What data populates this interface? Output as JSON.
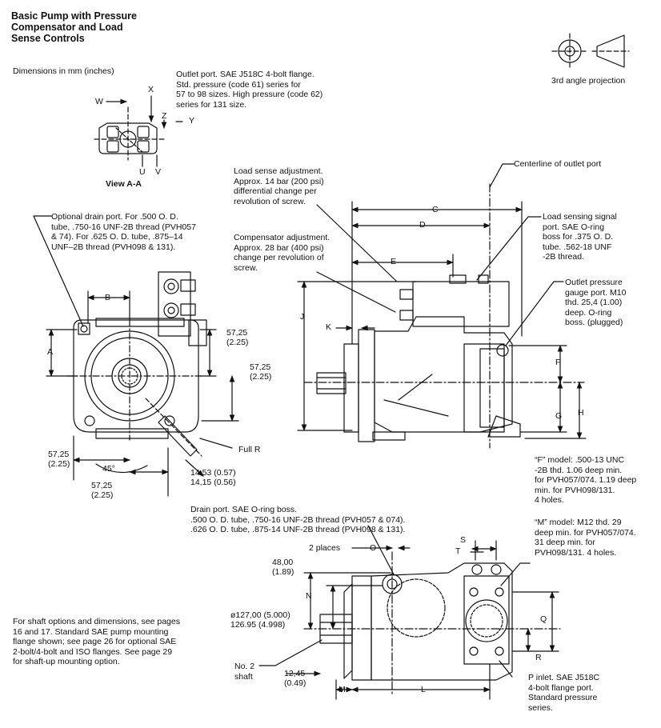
{
  "title": "Basic Pump with Pressure\nCompensator and Load\nSense Controls",
  "dimensions_note": "Dimensions in mm (inches)",
  "projection_label": "3rd angle projection",
  "view_label": "View A-A",
  "view_letters": {
    "w": "W",
    "x": "X",
    "z": "Z",
    "y": "Y",
    "u": "U",
    "v": "V"
  },
  "callouts": {
    "outlet_port": "Outlet port. SAE J518C 4-bolt flange.\nStd. pressure (code 61) series for\n57 to 98 sizes. High pressure (code 62)\nseries for 131 size.",
    "centerline_outlet": "Centerline of outlet port",
    "load_sense_adj": "Load sense adjustment.\nApprox. 14 bar (200 psi)\ndifferential change per\nrevolution of screw.",
    "load_sensing_port": "Load sensing signal\nport. SAE O-ring\nboss for .375 O. D.\ntube. .562-18 UNF\n-2B thread.",
    "compensator_adj": "Compensator adjustment.\nApprox. 28 bar (400 psi)\nchange per revolution of\nscrew.",
    "outlet_gauge": "Outlet pressure\ngauge port. M10\nthd. 25,4 (1.00)\ndeep. O-ring\nboss. (plugged)",
    "optional_drain": "Optional drain port. For .500 O. D.\ntube, .750-16 UNF-2B thread (PVH057\n& 74). For .625 O. D. tube, .875–14\nUNF–2B thread (PVH098 & 131).",
    "full_r": "Full R",
    "f_model": "“F” model: .500-13 UNC\n-2B thd. 1.06 deep min.\nfor PVH057/074. 1.19 deep\nmin. for PVH098/131.\n4 holes.",
    "m_model": "“M” model: M12 thd. 29\ndeep min. for PVH057/074.\n31 deep min. for\nPVH098/131. 4 holes.",
    "drain_port": "Drain port. SAE O-ring boss.\n.500 O. D. tube, .750-16 UNF-2B thread (PVH057 & 074).\n.626 O. D. tube, .875-14 UNF-2B thread (PVH098 & 131).",
    "two_places": "2 places",
    "no2_shaft": "No. 2\nshaft",
    "p_inlet": "P inlet. SAE J518C\n4-bolt flange port.\nStandard pressure\nseries.",
    "shaft_options": "For shaft options and dimensions, see pages\n16 and 17. Standard SAE pump mounting\nflange shown; see page 26 for optional SAE\n2-bolt/4-bolt and ISO flanges. See page 29\nfor shaft-up mounting option."
  },
  "dimension_letters": {
    "a": "A",
    "b": "B",
    "c": "C",
    "d": "D",
    "e": "E",
    "f": "F",
    "g": "G",
    "h": "H",
    "j": "J",
    "k": "K",
    "l": "L",
    "m": "M",
    "n": "N",
    "o": "O",
    "q": "Q",
    "r": "R",
    "s": "S",
    "t": "T"
  },
  "dimension_values": {
    "d57_top": "57,25\n(2.25)",
    "d57_mid": "57,25\n(2.25)",
    "d57_left": "57,25\n(2.25)",
    "d57_bottom": "57,25\n(2.25)",
    "angle": "45°",
    "slot": "14,53 (0.57)\n14,15 (0.56)",
    "d48": "48,00\n(1.89)",
    "d127": "ø127,00 (5.000)\n126.95 (4.998)",
    "d12": "12,45\n(0.49)"
  }
}
